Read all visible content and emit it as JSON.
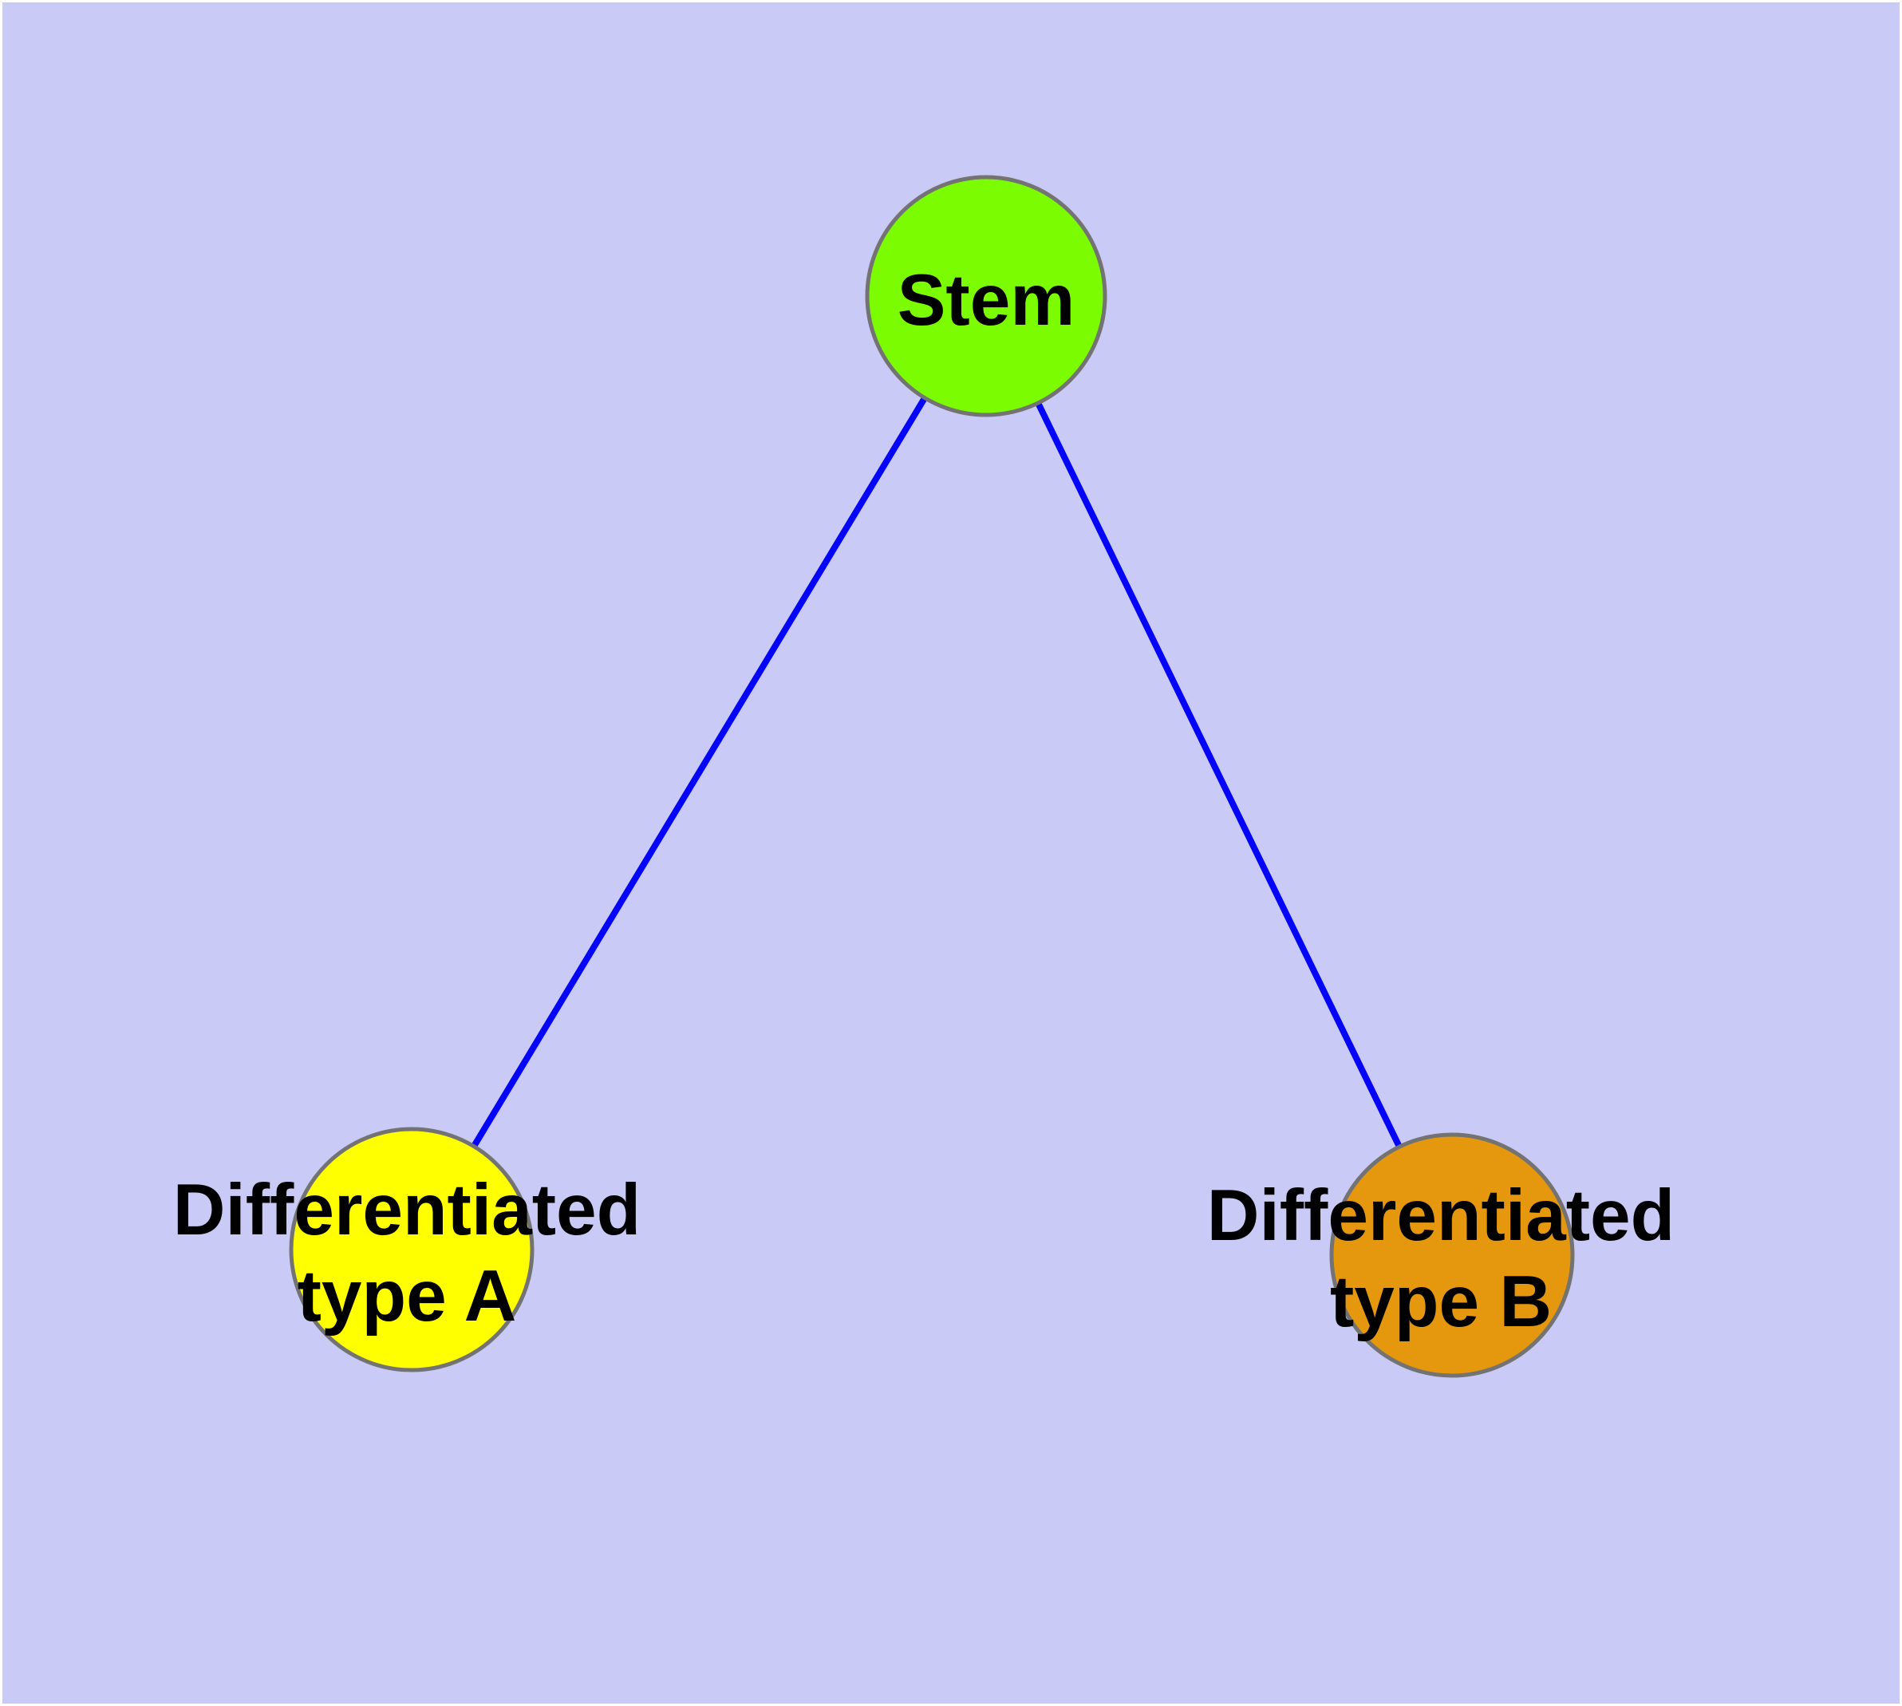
{
  "diagram": {
    "background_color": "#CACAF6",
    "margin_color": "#FFFFFF",
    "edge_color": "#0404FA",
    "node_stroke_color": "#737373",
    "text_color": "#000000",
    "nodes": [
      {
        "id": "stem",
        "label": "Stem",
        "fill": "#7CFC00"
      },
      {
        "id": "differentiated-type-a",
        "label_line1": "Differentiated",
        "label_line2": "type A",
        "fill": "#FFFF00"
      },
      {
        "id": "differentiated-type-b",
        "label_line1": "Differentiated",
        "label_line2": "type B",
        "fill": "#E5970E"
      }
    ],
    "edges": [
      {
        "from": "Stem",
        "to": "Differentiated type A"
      },
      {
        "from": "Stem",
        "to": "Differentiated type B"
      }
    ]
  }
}
